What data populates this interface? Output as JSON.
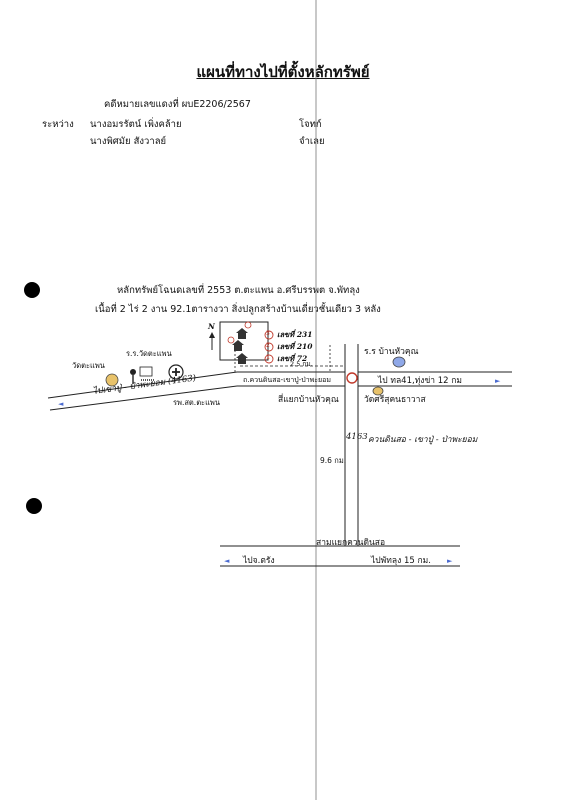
{
  "title": "แผนที่ทางไปที่ตั้งหลักทรัพย์",
  "case": {
    "number_line": "คดีหมายเลขแดงที่ ผบE2206/2567",
    "between_label": "ระหว่าง",
    "plaintiff": "นางอมรรัตน์  เพิ่งคล้าย",
    "plaintiff_role": "โจทก์",
    "defendant": "นางพิศมัย สังวาลย์",
    "defendant_role": "จำเลย"
  },
  "property": {
    "line1": "หลักทรัพย์โฉนดเลขที่ 2553 ต.ตะแพน อ.ศรีบรรพต จ.พัทลุง",
    "line2": "เนื้อที่ 2 ไร่ 2 งาน 92.1ตารางวา สิ่งปลูกสร้างบ้านเดี่ยวชั้นเดียว 3 หลัง"
  },
  "map": {
    "north_label": "N",
    "houses": [
      {
        "marker": "1",
        "label": "เลขที่ 72"
      },
      {
        "marker": "2",
        "label": "เลขที่ 210"
      },
      {
        "marker": "3",
        "label": "เลขที่ 231"
      }
    ],
    "distance_small": "2.5 กม.",
    "distance_south": "9.6 กม.",
    "landmarks": {
      "wat_taphaen": "วัดตะแพน",
      "school_wat_taphaen": "ร.ร.วัดตะแพน",
      "hospital": "รพ.สต.ตะแพน",
      "school_ban_hua_khun": "ร.ร บ้านหัวคุณ",
      "wat_srisukaram": "วัดศรีสุคนธาวาส",
      "junction_ban_hua_khun": "สี่แยกบ้านหัวคุณ",
      "junction_khuan_din_so": "สามแยกควนดินสอ"
    },
    "roads": {
      "left_road": "ไปเขาปู่ - ป่าพะยอม  (4163)",
      "road_khuan_din_so": "ถ.ควนดินสอ-เขาปู่-ป่าพะยอม",
      "to_hwy41": "ไป ทล41,ทุ่งข่า 12 กม",
      "route_number": "4163",
      "route_name": "ควนดินสอ - เขาปู่ - ป่าพะยอม",
      "to_trang": "ไปจ.ตรัง",
      "to_phatthalung": "ไปพัทลุง 15 กม."
    },
    "colors": {
      "temple": "#e8c26a",
      "school": "#8fa8e8",
      "marker": "#c0392b"
    }
  }
}
